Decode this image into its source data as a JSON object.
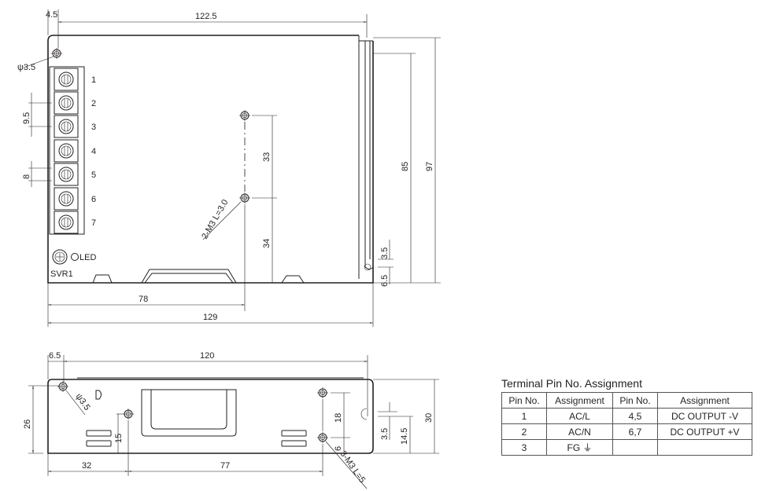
{
  "top_view": {
    "dims": {
      "d4_5": "4.5",
      "d122_5": "122.5",
      "d85": "85",
      "d97": "97",
      "d9_5": "9.5",
      "d8": "8",
      "d33": "33",
      "d34": "34",
      "d3_5": "3.5",
      "d6_5": "6.5",
      "d78": "78",
      "d129": "129"
    },
    "hole_label": "ψ3.5",
    "mount_label": "2-M3 L=3.0",
    "terminals": [
      "1",
      "2",
      "3",
      "4",
      "5",
      "6",
      "7"
    ],
    "led_label": "LED",
    "svr_label": "SVR1"
  },
  "front_view": {
    "dims": {
      "d6_5": "6.5",
      "d120": "120",
      "d26": "26",
      "d15": "15",
      "d18": "18",
      "d6": "6",
      "d32": "32",
      "d77": "77",
      "d3_5": "3.5",
      "d14_5": "14.5",
      "d30": "30"
    },
    "hole_label": "ψ3.5",
    "mount_label": "3-M3 L=5"
  },
  "pin_table": {
    "title": "Terminal Pin No.  Assignment",
    "headers": [
      "Pin No.",
      "Assignment",
      "Pin No.",
      "Assignment"
    ],
    "rows": [
      [
        "1",
        "AC/L",
        "4,5",
        "DC OUTPUT -V"
      ],
      [
        "2",
        "AC/N",
        "6,7",
        "DC OUTPUT +V"
      ],
      [
        "3",
        "FG ⏚",
        "",
        ""
      ]
    ]
  }
}
